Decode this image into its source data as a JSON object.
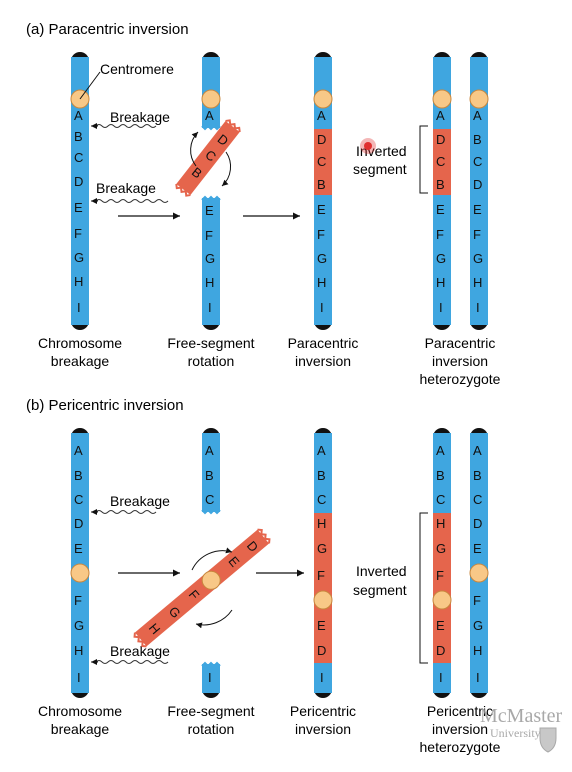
{
  "panel_a": {
    "title": "(a)  Paracentric inversion",
    "centromere_label": "Centromere",
    "breakage_top": "Breakage",
    "breakage_bottom": "Breakage",
    "inverted_label": [
      "Inverted",
      "segment"
    ],
    "captions": [
      [
        "Chromosome",
        "breakage"
      ],
      [
        "Free-segment",
        "rotation"
      ],
      [
        "Paracentric",
        "inversion"
      ],
      [
        "Paracentric",
        "inversion",
        "heterozygote"
      ]
    ],
    "chromosome1_letters": [
      "A",
      "B",
      "C",
      "D",
      "E",
      "F",
      "G",
      "H",
      "I"
    ],
    "chromosome2_top_letters": [
      "A"
    ],
    "chromosome2_segment_letters": [
      "B",
      "C",
      "D"
    ],
    "chromosome2_bottom_letters": [
      "E",
      "F",
      "G",
      "H",
      "I"
    ],
    "chromosome3_letters": [
      "A",
      "D",
      "C",
      "B",
      "E",
      "F",
      "G",
      "H",
      "I"
    ],
    "heterozygote_left_letters": [
      "A",
      "D",
      "C",
      "B",
      "E",
      "F",
      "G",
      "H",
      "I"
    ],
    "heterozygote_right_letters": [
      "A",
      "B",
      "C",
      "D",
      "E",
      "F",
      "G",
      "H",
      "I"
    ]
  },
  "panel_b": {
    "title": "(b)  Pericentric inversion",
    "breakage_top": "Breakage",
    "breakage_bottom": "Breakage",
    "inverted_label": [
      "Inverted",
      "segment"
    ],
    "captions": [
      [
        "Chromosome",
        "breakage"
      ],
      [
        "Free-segment",
        "rotation"
      ],
      [
        "Pericentric",
        "inversion"
      ],
      [
        "Pericentric",
        "inversion",
        "heterozygote"
      ]
    ],
    "chromosome1_letters": [
      "A",
      "B",
      "C",
      "D",
      "E",
      "F",
      "G",
      "H",
      "I"
    ],
    "chromosome2_top_letters": [
      "A",
      "B",
      "C"
    ],
    "chromosome2_segment_letters": [
      "D",
      "E",
      "F",
      "G",
      "H"
    ],
    "chromosome2_bottom_letters": [
      "I"
    ],
    "chromosome3_letters": [
      "A",
      "B",
      "C",
      "H",
      "G",
      "F",
      "E",
      "D",
      "I"
    ],
    "heterozygote_left_letters": [
      "A",
      "B",
      "C",
      "H",
      "G",
      "F",
      "E",
      "D",
      "I"
    ],
    "heterozygote_right_letters": [
      "A",
      "B",
      "C",
      "D",
      "E",
      "F",
      "G",
      "H",
      "I"
    ]
  },
  "watermark": {
    "name": "McMaster",
    "sub": "University"
  },
  "colors": {
    "chromosome_blue": "#3fa6e0",
    "inverted_red": "#e5654c",
    "centromere": "#f8c887",
    "tip": "#111111",
    "cursor": "#e03030"
  }
}
